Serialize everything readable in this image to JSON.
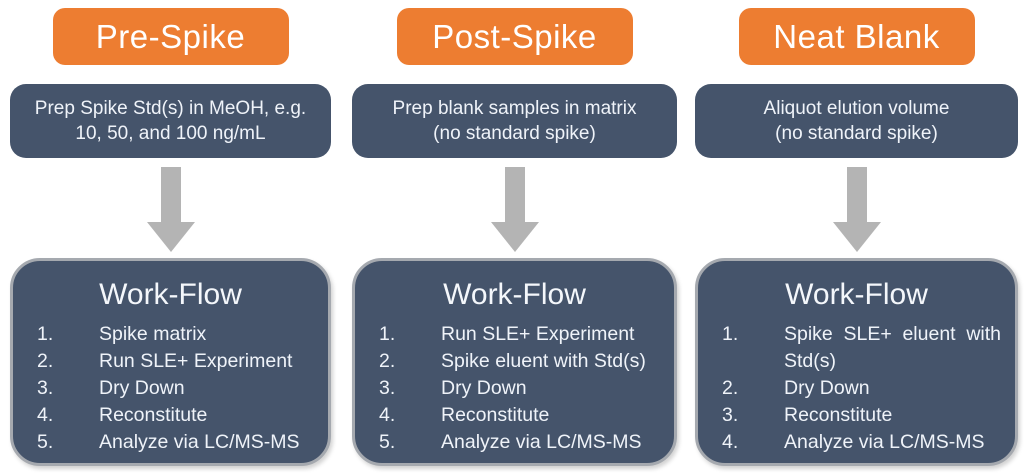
{
  "colors": {
    "header_bg": "#ED7D31",
    "box_bg": "#45546B",
    "arrow": "#B4B4B4",
    "box_border": "#A5A9AF",
    "text": "#EFF3F9"
  },
  "icons": {
    "arrow": "down-block-arrow"
  },
  "columns": [
    {
      "header": "Pre-Spike",
      "info_line1": "Prep Spike Std(s) in MeOH, e.g.",
      "info_line2": "10, 50, and 100 ng/mL",
      "workflow": {
        "title": "Work-Flow",
        "items": [
          {
            "num": "1.",
            "text": "Spike matrix"
          },
          {
            "num": "2.",
            "text": "Run SLE+ Experiment"
          },
          {
            "num": "3.",
            "text": "Dry Down"
          },
          {
            "num": "4.",
            "text": "Reconstitute"
          },
          {
            "num": "5.",
            "text": "Analyze via LC/MS-MS"
          }
        ]
      }
    },
    {
      "header": "Post-Spike",
      "info_line1": "Prep blank samples in matrix",
      "info_line2": "(no standard spike)",
      "workflow": {
        "title": "Work-Flow",
        "items": [
          {
            "num": "1.",
            "text": "Run SLE+ Experiment"
          },
          {
            "num": "2.",
            "text": "Spike eluent with Std(s)"
          },
          {
            "num": "3.",
            "text": "Dry Down"
          },
          {
            "num": "4.",
            "text": "Reconstitute"
          },
          {
            "num": "5.",
            "text": "Analyze via LC/MS-MS"
          }
        ]
      }
    },
    {
      "header": "Neat Blank",
      "info_line1": "Aliquot elution volume",
      "info_line2": "(no standard spike)",
      "workflow": {
        "title": "Work-Flow",
        "items": [
          {
            "num": "1.",
            "text": "Spike SLE+ eluent with Std(s)"
          },
          {
            "num": "2.",
            "text": "Dry Down"
          },
          {
            "num": "3.",
            "text": "Reconstitute"
          },
          {
            "num": "4.",
            "text": "Analyze via LC/MS-MS"
          }
        ]
      }
    }
  ]
}
